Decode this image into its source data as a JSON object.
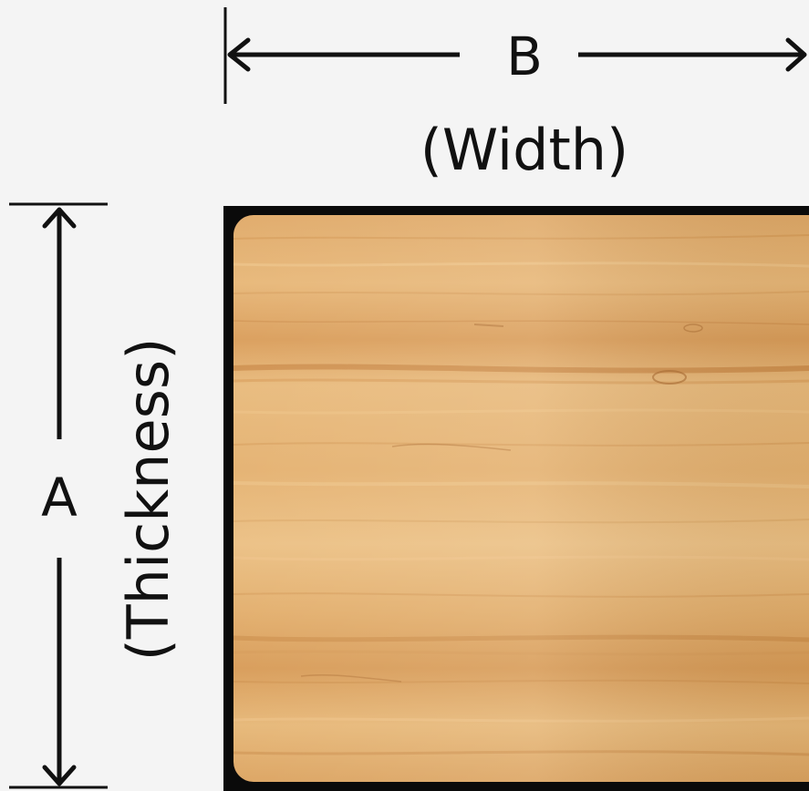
{
  "diagram": {
    "width_label": {
      "letter": "B",
      "caption": "(Width)"
    },
    "thickness_label": {
      "letter": "A",
      "caption": "(Thickness)"
    },
    "colors": {
      "background": "#f4f4f4",
      "line": "#111111",
      "frame": "#0a0a0a",
      "wood_light": "#e8b878",
      "wood_mid": "#d9a05c",
      "wood_dark": "#c27f3e"
    },
    "material": "wood-grain"
  }
}
